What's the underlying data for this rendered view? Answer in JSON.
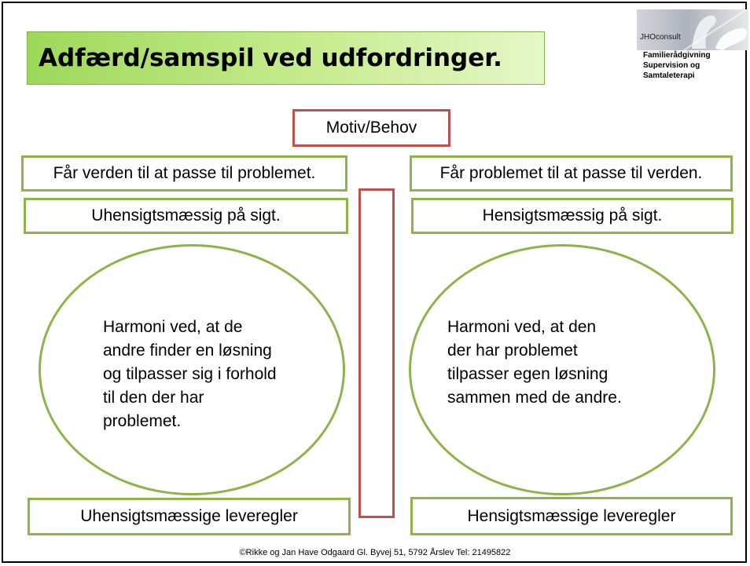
{
  "title": "Adfærd/samspil ved udfordringer.",
  "logo": {
    "brand": "JHOconsult",
    "lines": [
      "Familierådgivning",
      "Supervision og",
      "Samtaleterapi"
    ]
  },
  "center": {
    "top_label": "Motiv/Behov"
  },
  "left": {
    "box1": "Får verden til at passe til problemet.",
    "box2": "Uhensigtsmæssig på sigt.",
    "ellipse_lines": [
      "Harmoni ved, at de",
      "andre finder en løsning",
      "og tilpasser sig i forhold",
      "til den der har",
      "problemet."
    ],
    "bottom": "Uhensigtsmæssige leveregler"
  },
  "right": {
    "box1": "Får problemet til at passe til verden.",
    "box2": "Hensigtsmæssig på sigt.",
    "ellipse_lines": [
      "Harmoni ved, at den",
      "der har problemet",
      "tilpasser egen løsning",
      "sammen med de andre."
    ],
    "bottom": "Hensigtsmæssige leveregler"
  },
  "footer": "©Rikke og Jan Have Odgaard  Gl. Byvej 51, 5792 Årslev Tel: 21495822"
}
